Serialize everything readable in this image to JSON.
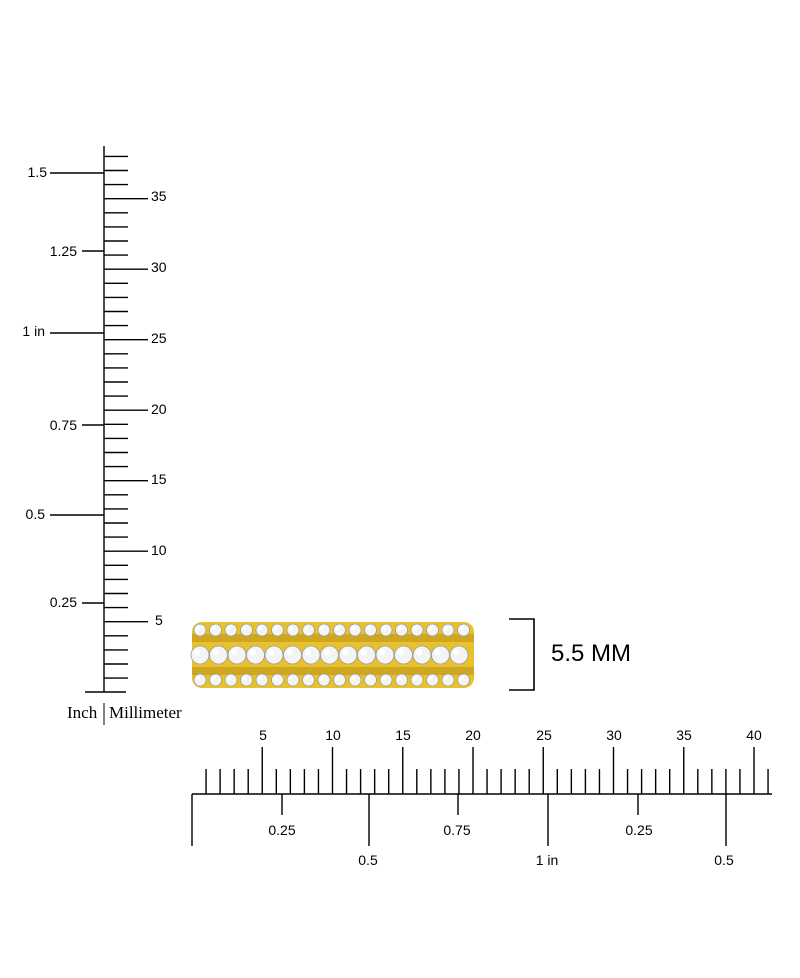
{
  "vertical_ruler": {
    "inch_labels": [
      "1.5",
      "1.25",
      "1 in",
      "0.75",
      "0.5",
      "0.25"
    ],
    "mm_labels": [
      "35",
      "30",
      "25",
      "20",
      "15",
      "10",
      "5"
    ],
    "unit_inch": "Inch",
    "unit_mm": "Millimeter"
  },
  "horizontal_ruler": {
    "mm_labels": [
      "5",
      "10",
      "15",
      "20",
      "25",
      "30",
      "35",
      "40"
    ],
    "inch_labels_row1": [
      "0.25",
      "0.75",
      "0.25"
    ],
    "inch_labels_row2": [
      "0.5",
      "1 in",
      "0.5"
    ]
  },
  "ring": {
    "band_color": "#e8c22a",
    "band_shadow": "#b8901a",
    "stone_color": "#f4f4f4"
  },
  "dimension": {
    "label": "5.5 MM"
  }
}
